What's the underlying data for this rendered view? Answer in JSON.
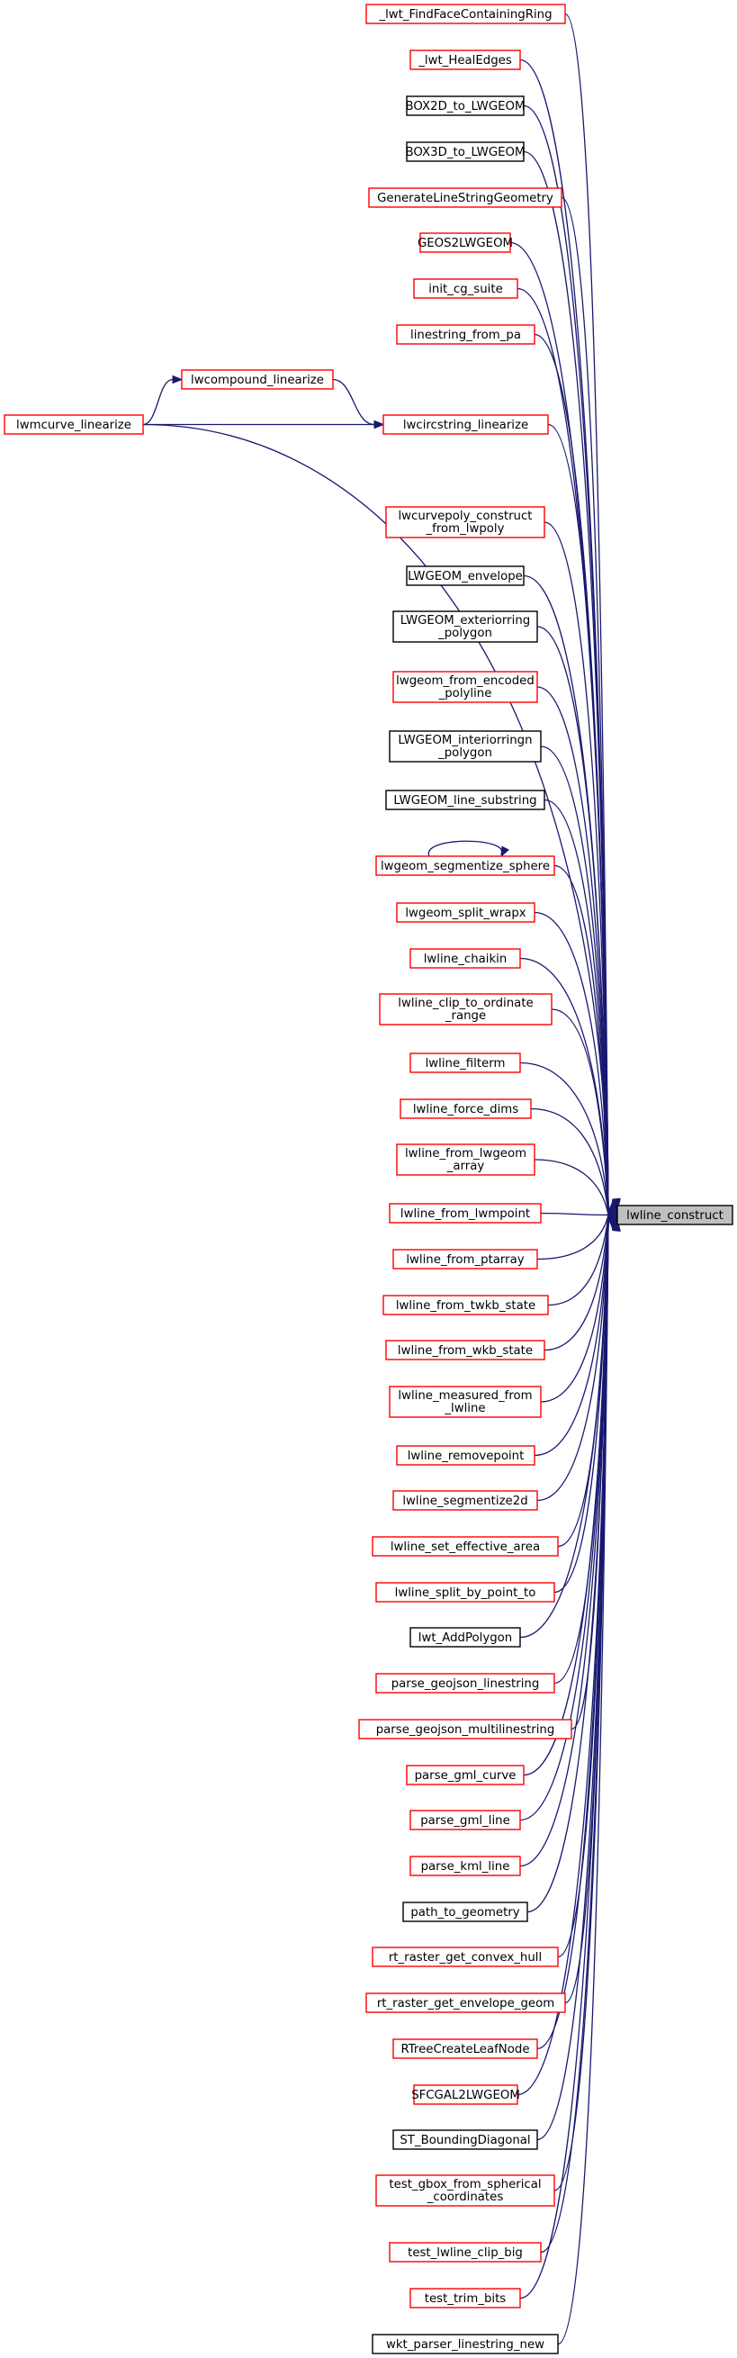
{
  "graph": {
    "colors": {
      "edge": "#191970",
      "red_border": "#ff0000",
      "black_border": "#000000",
      "target_fill": "#bfbfbf",
      "node_fill": "#ffffff"
    },
    "target": {
      "label": "lwline_construct"
    },
    "callers": [
      {
        "id": "n1",
        "label": [
          "_lwt_FindFaceContainingRing"
        ],
        "border": "red"
      },
      {
        "id": "n2",
        "label": [
          "_lwt_HealEdges"
        ],
        "border": "red"
      },
      {
        "id": "n3",
        "label": [
          "BOX2D_to_LWGEOM"
        ],
        "border": "black"
      },
      {
        "id": "n4",
        "label": [
          "BOX3D_to_LWGEOM"
        ],
        "border": "black"
      },
      {
        "id": "n5",
        "label": [
          "GenerateLineStringGeometry"
        ],
        "border": "red"
      },
      {
        "id": "n6",
        "label": [
          "GEOS2LWGEOM"
        ],
        "border": "red"
      },
      {
        "id": "n7",
        "label": [
          "init_cg_suite"
        ],
        "border": "red"
      },
      {
        "id": "n8",
        "label": [
          "linestring_from_pa"
        ],
        "border": "red"
      },
      {
        "id": "n9",
        "label": [
          "lwcircstring_linearize"
        ],
        "border": "red"
      },
      {
        "id": "n10",
        "label": [
          "lwcurvepoly_construct",
          "_from_lwpoly"
        ],
        "border": "red"
      },
      {
        "id": "n11",
        "label": [
          "LWGEOM_envelope"
        ],
        "border": "black"
      },
      {
        "id": "n12",
        "label": [
          "LWGEOM_exteriorring",
          "_polygon"
        ],
        "border": "black"
      },
      {
        "id": "n13",
        "label": [
          "lwgeom_from_encoded",
          "_polyline"
        ],
        "border": "red"
      },
      {
        "id": "n14",
        "label": [
          "LWGEOM_interiorringn",
          "_polygon"
        ],
        "border": "black"
      },
      {
        "id": "n15",
        "label": [
          "LWGEOM_line_substring"
        ],
        "border": "black"
      },
      {
        "id": "n16",
        "label": [
          "lwgeom_segmentize_sphere"
        ],
        "border": "red"
      },
      {
        "id": "n17",
        "label": [
          "lwgeom_split_wrapx"
        ],
        "border": "red"
      },
      {
        "id": "n18",
        "label": [
          "lwline_chaikin"
        ],
        "border": "red"
      },
      {
        "id": "n19",
        "label": [
          "lwline_clip_to_ordinate",
          "_range"
        ],
        "border": "red"
      },
      {
        "id": "n20",
        "label": [
          "lwline_filterm"
        ],
        "border": "red"
      },
      {
        "id": "n21",
        "label": [
          "lwline_force_dims"
        ],
        "border": "red"
      },
      {
        "id": "n22",
        "label": [
          "lwline_from_lwgeom",
          "_array"
        ],
        "border": "red"
      },
      {
        "id": "n23",
        "label": [
          "lwline_from_lwmpoint"
        ],
        "border": "red"
      },
      {
        "id": "n24",
        "label": [
          "lwline_from_ptarray"
        ],
        "border": "red"
      },
      {
        "id": "n25",
        "label": [
          "lwline_from_twkb_state"
        ],
        "border": "red"
      },
      {
        "id": "n26",
        "label": [
          "lwline_from_wkb_state"
        ],
        "border": "red"
      },
      {
        "id": "n27",
        "label": [
          "lwline_measured_from",
          "_lwline"
        ],
        "border": "red"
      },
      {
        "id": "n28",
        "label": [
          "lwline_removepoint"
        ],
        "border": "red"
      },
      {
        "id": "n29",
        "label": [
          "lwline_segmentize2d"
        ],
        "border": "red"
      },
      {
        "id": "n30",
        "label": [
          "lwline_set_effective_area"
        ],
        "border": "red"
      },
      {
        "id": "n31",
        "label": [
          "lwline_split_by_point_to"
        ],
        "border": "red"
      },
      {
        "id": "n32",
        "label": [
          "lwt_AddPolygon"
        ],
        "border": "black"
      },
      {
        "id": "n33",
        "label": [
          "parse_geojson_linestring"
        ],
        "border": "red"
      },
      {
        "id": "n34",
        "label": [
          "parse_geojson_multilinestring"
        ],
        "border": "red"
      },
      {
        "id": "n35",
        "label": [
          "parse_gml_curve"
        ],
        "border": "red"
      },
      {
        "id": "n36",
        "label": [
          "parse_gml_line"
        ],
        "border": "red"
      },
      {
        "id": "n37",
        "label": [
          "parse_kml_line"
        ],
        "border": "red"
      },
      {
        "id": "n38",
        "label": [
          "path_to_geometry"
        ],
        "border": "black"
      },
      {
        "id": "n39",
        "label": [
          "rt_raster_get_convex_hull"
        ],
        "border": "red"
      },
      {
        "id": "n40",
        "label": [
          "rt_raster_get_envelope_geom"
        ],
        "border": "red"
      },
      {
        "id": "n41",
        "label": [
          "RTreeCreateLeafNode"
        ],
        "border": "red"
      },
      {
        "id": "n42",
        "label": [
          "SFCGAL2LWGEOM"
        ],
        "border": "red"
      },
      {
        "id": "n43",
        "label": [
          "ST_BoundingDiagonal"
        ],
        "border": "black"
      },
      {
        "id": "n44",
        "label": [
          "test_gbox_from_spherical",
          "_coordinates"
        ],
        "border": "red"
      },
      {
        "id": "n45",
        "label": [
          "test_lwline_clip_big"
        ],
        "border": "red"
      },
      {
        "id": "n46",
        "label": [
          "test_trim_bits"
        ],
        "border": "red"
      },
      {
        "id": "n47",
        "label": [
          "wkt_parser_linestring_new"
        ],
        "border": "black"
      }
    ],
    "extra_nodes": [
      {
        "id": "x1",
        "label": [
          "lwcompound_linearize"
        ],
        "border": "red"
      },
      {
        "id": "x2",
        "label": [
          "lwmcurve_linearize"
        ],
        "border": "red"
      }
    ],
    "extra_edges": [
      {
        "from": "x2",
        "to": "x1"
      },
      {
        "from": "x2",
        "to": "n9"
      },
      {
        "from": "x1",
        "to": "n9"
      },
      {
        "from": "x2",
        "to": "target"
      },
      {
        "from": "n16",
        "to": "n16"
      }
    ]
  }
}
